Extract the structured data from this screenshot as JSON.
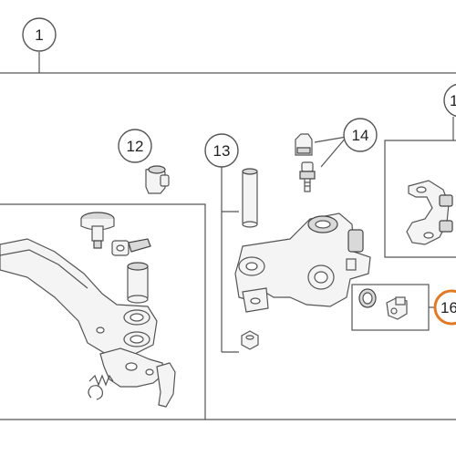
{
  "diagram": {
    "colors": {
      "outline": "#555555",
      "highlight": "#e07a26",
      "part_fill": "#f4f4f4",
      "part_shade": "#d9d9d9"
    },
    "callouts": [
      {
        "id": "c1",
        "label": "1",
        "highlighted": false
      },
      {
        "id": "c12",
        "label": "12",
        "highlighted": false
      },
      {
        "id": "c13",
        "label": "13",
        "highlighted": false
      },
      {
        "id": "c14",
        "label": "14",
        "highlighted": false
      },
      {
        "id": "c15",
        "label": "1",
        "highlighted": false
      },
      {
        "id": "c16",
        "label": "16",
        "highlighted": true
      }
    ]
  }
}
